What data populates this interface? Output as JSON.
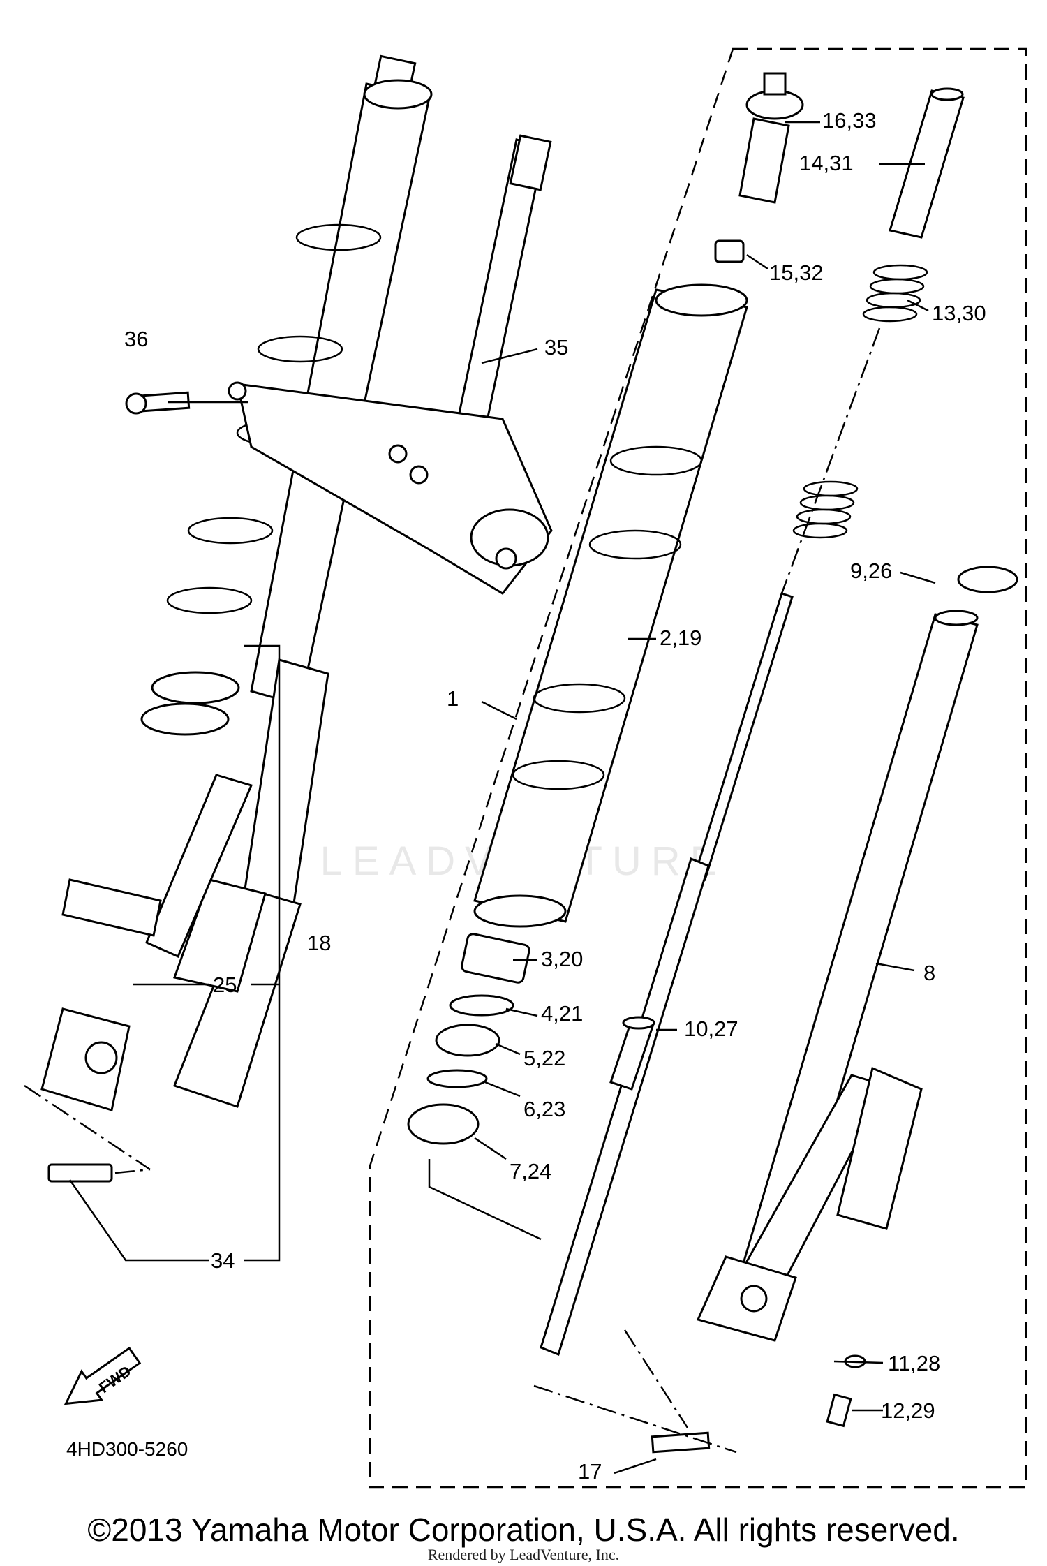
{
  "diagram": {
    "watermark": "LEADVENTURE",
    "fwd_label": "FWD",
    "drawing_code": "4HD300-5260",
    "copyright": "©2013 Yamaha Motor Corporation, U.S.A. All rights reserved.",
    "rendered_by": "Rendered by LeadVenture, Inc."
  },
  "callouts": [
    {
      "id": "16-33",
      "text": "16,33"
    },
    {
      "id": "14-31",
      "text": "14,31"
    },
    {
      "id": "15-32",
      "text": "15,32"
    },
    {
      "id": "13-30",
      "text": "13,30"
    },
    {
      "id": "36",
      "text": "36"
    },
    {
      "id": "35",
      "text": "35"
    },
    {
      "id": "9-26",
      "text": "9,26"
    },
    {
      "id": "2-19",
      "text": "2,19"
    },
    {
      "id": "1",
      "text": "1"
    },
    {
      "id": "18",
      "text": "18"
    },
    {
      "id": "25",
      "text": "25"
    },
    {
      "id": "3-20",
      "text": "3,20"
    },
    {
      "id": "8",
      "text": "8"
    },
    {
      "id": "4-21",
      "text": "4,21"
    },
    {
      "id": "10-27",
      "text": "10,27"
    },
    {
      "id": "5-22",
      "text": "5,22"
    },
    {
      "id": "6-23",
      "text": "6,23"
    },
    {
      "id": "7-24",
      "text": "7,24"
    },
    {
      "id": "34",
      "text": "34"
    },
    {
      "id": "11-28",
      "text": "11,28"
    },
    {
      "id": "12-29",
      "text": "12,29"
    },
    {
      "id": "17",
      "text": "17"
    }
  ]
}
